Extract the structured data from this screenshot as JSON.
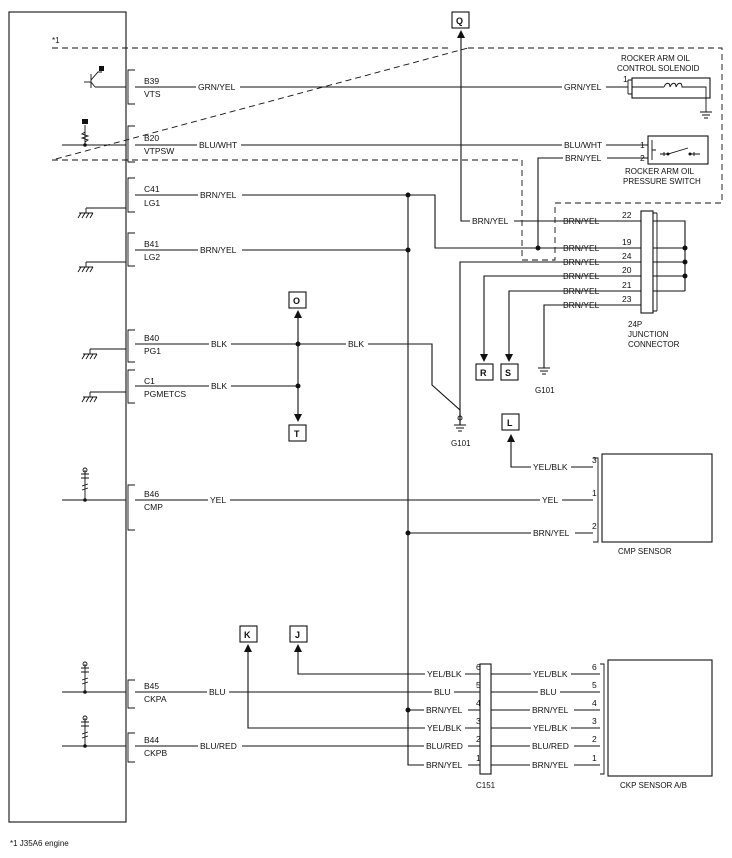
{
  "ecm": {
    "terminals": [
      {
        "pin": "B39",
        "name": "VTS"
      },
      {
        "pin": "B20",
        "name": "VTPSW"
      },
      {
        "pin": "C41",
        "name": "LG1"
      },
      {
        "pin": "B41",
        "name": "LG2"
      },
      {
        "pin": "B40",
        "name": "PG1"
      },
      {
        "pin": "C1",
        "name": "PGMETCS"
      },
      {
        "pin": "B46",
        "name": "CMP"
      },
      {
        "pin": "B45",
        "name": "CKPA"
      },
      {
        "pin": "B44",
        "name": "CKPB"
      }
    ]
  },
  "wires": {
    "grn_yel": "GRN/YEL",
    "blu_wht": "BLU/WHT",
    "brn_yel": "BRN/YEL",
    "blk": "BLK",
    "yel": "YEL",
    "blu": "BLU",
    "blu_red": "BLU/RED",
    "yel_blk": "YEL/BLK"
  },
  "components": {
    "solenoid_line1": "ROCKER ARM OIL",
    "solenoid_line2": "CONTROL SOLENOID",
    "switch_line1": "ROCKER ARM OIL",
    "switch_line2": "PRESSURE SWITCH",
    "junction_line1": "24P",
    "junction_line2": "JUNCTION",
    "junction_line3": "CONNECTOR",
    "cmp_sensor": "CMP SENSOR",
    "ckp_sensor": "CKP SENSOR A/B",
    "connector_c151": "C151",
    "ground_g101": "G101"
  },
  "junction_pins": [
    "22",
    "19",
    "24",
    "20",
    "21",
    "23"
  ],
  "cmp_pins": [
    "3",
    "1",
    "2"
  ],
  "ckp_pins": [
    "6",
    "5",
    "4",
    "3",
    "2",
    "1"
  ],
  "refs": {
    "q": "Q",
    "o": "O",
    "t": "T",
    "r": "R",
    "s": "S",
    "l": "L",
    "k": "K",
    "j": "J"
  },
  "footnote": {
    "mark": "*1",
    "text": "*1  J35A6 engine"
  }
}
